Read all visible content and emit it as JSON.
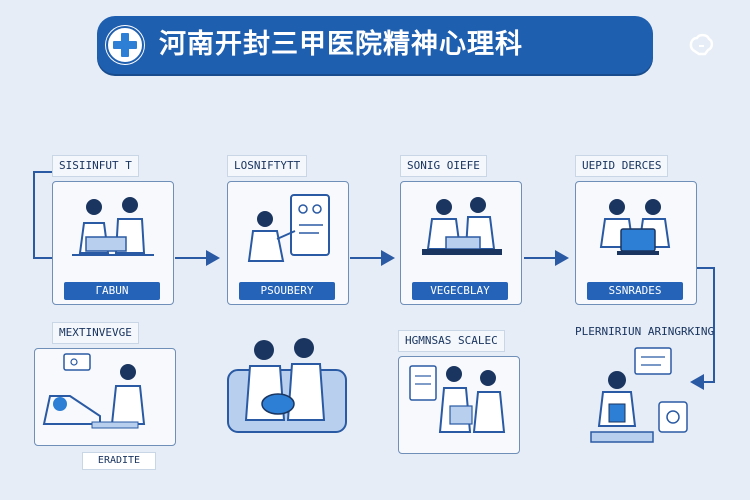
{
  "header": {
    "title": "河南开封三甲医院精神心理科",
    "accent": "#1f5fb0"
  },
  "steps": [
    {
      "label": "SISIINFUT T",
      "pill": "ГАВUN"
    },
    {
      "label": "LOSNIFTYTT",
      "pill": "PSOUBERY"
    },
    {
      "label": "SONIG OIEFE",
      "pill": "VEGECBLAY"
    },
    {
      "label": "UEPID DERCES",
      "pill": "SSNRADES"
    },
    {
      "label": "MEXTINVEVGE",
      "pill": "ERADITE"
    },
    {
      "label": "",
      "pill": ""
    },
    {
      "label": "HGMNSAS SCALEC",
      "pill": ""
    },
    {
      "label": "PLERNIRIUN ARINGRKING",
      "pill": ""
    }
  ],
  "icons": [
    "medical-cross-icon",
    "brain-icon",
    "arrow-right-icon",
    "arrow-down-icon"
  ],
  "colors": {
    "primary": "#1f5fb0",
    "line": "#2a5aa3",
    "background": "#e6edf6"
  }
}
